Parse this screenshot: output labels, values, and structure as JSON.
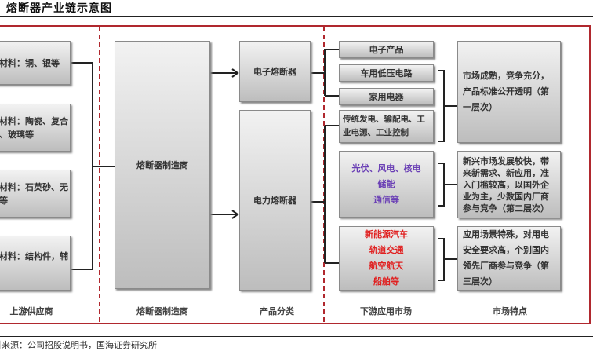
{
  "title": "熔断器产业链示意图",
  "upstream": [
    "熔体材料：铜、银等",
    "绝缘材料：陶瓷、复合树脂、玻璃等",
    "灭弧材料：石英砂、无机胶等",
    "其他材料：结构件，辅件等"
  ],
  "manufacturer": "熔断器制造商",
  "products": {
    "electronic": "电子熔断器",
    "power": "电力熔断器"
  },
  "downstream": {
    "electronic": [
      "电子产品",
      "车用低压电路",
      "家用电器"
    ],
    "traditional": "传统发电、输配电、工业电源、工业控制",
    "emerging": [
      "光伏、风电、核电",
      "储能",
      "通信等"
    ],
    "special": [
      "新能源汽车",
      "轨道交通",
      "航空航天",
      "船舶等"
    ]
  },
  "market": [
    "市场成熟，竞争充分，产品标准公开透明（第一层次）",
    "新兴市场发展较快，带来新需求、新应用，准入门槛较高，以国外企业为主，少数国内厂商参与竞争（第二层次）",
    "应用场景特殊，对用电安全要求高，个别国内领先厂商参与竞争（第三层次）"
  ],
  "columns": [
    "上游供应商",
    "熔断器制造商",
    "产品分类",
    "下游应用市场",
    "市场特点"
  ],
  "source": "资料来源：公司招股说明书，国海证券研究所",
  "colors": {
    "frame": "#b0282e",
    "purple": "#6a3fb5",
    "red": "#e02020"
  }
}
